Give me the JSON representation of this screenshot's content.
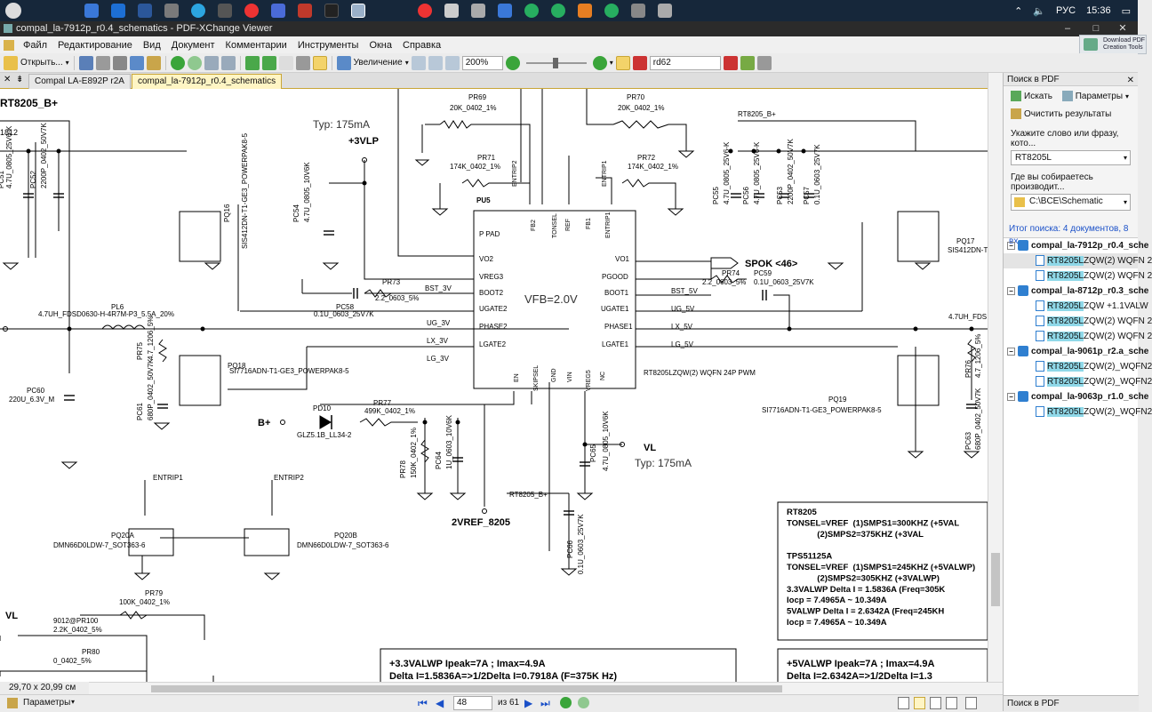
{
  "taskbar": {
    "language": "РУС",
    "time": "15:36",
    "icons": [
      "start-logo",
      "folder-icon",
      "edge-icon",
      "word-icon",
      "store-icon",
      "telegram-icon",
      "misc-icon",
      "yandex-icon",
      "mail-icon",
      "pdf-icon",
      "x-icon",
      "pdfxchange-icon"
    ]
  },
  "window": {
    "title": "compal_la-7912p_r0.4_schematics - PDF-XChange Viewer"
  },
  "menu": [
    "Файл",
    "Редактирование",
    "Вид",
    "Документ",
    "Комментарии",
    "Инструменты",
    "Окна",
    "Справка"
  ],
  "download_pdf": {
    "line1": "Download PDF",
    "line2": "Creation Tools"
  },
  "toolbar": {
    "open_label": "Открыть...",
    "zoom_label": "Увеличение",
    "zoom_value": "200%",
    "search_value": "rd62"
  },
  "tabs": [
    {
      "label": "Compal LA-E892P r2A",
      "active": false
    },
    {
      "label": "compal_la-7912p_r0.4_schematics",
      "active": true
    }
  ],
  "search_pane": {
    "title": "Поиск в PDF",
    "search_btn": "Искать",
    "params_btn": "Параметры",
    "clear_btn": "Очистить результаты",
    "word_label": "Укажите слово или фразу, кото...",
    "word_value": "RT8205L",
    "where_label": "Где вы собираетесь производит...",
    "where_value": "C:\\BCE\\Schematic",
    "results_title": "Итог поиска: 4 документов, 8 вх...",
    "results": [
      {
        "doc": "compal_la-7912p_r0.4_sche",
        "hits": [
          {
            "hl": "RT8205L",
            "rest": "ZQW(2) WQFN 2",
            "selected": true
          },
          {
            "hl": "RT8205L",
            "rest": "ZQW(2) WQFN 2",
            "selected": false
          }
        ]
      },
      {
        "doc": "compal_la-8712p_r0.3_sche",
        "hits": [
          {
            "hl": "RT8205L",
            "rest": "ZQW +1.1VALW",
            "selected": false
          },
          {
            "hl": "RT8205L",
            "rest": "ZQW(2) WQFN 2",
            "selected": false
          },
          {
            "hl": "RT8205L",
            "rest": "ZQW(2) WQFN 2",
            "selected": false
          }
        ]
      },
      {
        "doc": "compal_la-9061p_r2.a_sche",
        "hits": [
          {
            "hl": "RT8205L",
            "rest": "ZQW(2)_WQFN2",
            "selected": false
          },
          {
            "hl": "RT8205L",
            "rest": "ZQW(2)_WQFN2",
            "selected": false
          }
        ]
      },
      {
        "doc": "compal_la-9063p_r1.0_sche",
        "hits": [
          {
            "hl": "RT8205L",
            "rest": "ZQW(2)_WQFN2",
            "selected": false
          }
        ]
      }
    ],
    "bottom_label": "Поиск в PDF"
  },
  "status": {
    "page_size": "29,70 x 20,99 см",
    "params": "Параметры",
    "page_current": "48",
    "page_total": "из 61"
  },
  "schematic": {
    "labels": [
      "RT8205_B+",
      "1812",
      "PC51",
      "4.7U_0805_25V6-K",
      "PC52",
      "2200P_0402_50V7K",
      "PQ16",
      "SIS412DN-T1-GE3_POWERPAK8-5",
      "Typ: 175mA",
      "+3VLP",
      "PC54",
      "4.7U_0805_10V6K",
      "PR69",
      "20K_0402_1%",
      "PR70",
      "20K_0402_1%",
      "PR71",
      "174K_0402_1%",
      "PR72",
      "174K_0402_1%",
      "ENTRIP2",
      "ENTRIP1",
      "PU5",
      "P PAD",
      "VO2",
      "VREG3",
      "BOOT2",
      "UGATE2",
      "PHASE2",
      "LGATE2",
      "FB2",
      "TONSEL",
      "REF",
      "FB1",
      "ENTRIP1",
      "VO1",
      "PGOOD",
      "BOOT1",
      "UGATE1",
      "PHASE1",
      "LGATE1",
      "VFB=2.0V",
      "EN",
      "SKIPSEL",
      "GND",
      "VIN",
      "VREG5",
      "NC",
      "RT8205LZQW(2) WQFN 24P PWM",
      "PR73",
      "2.2_0603_5%",
      "BST_3V",
      "PC58",
      "0.1U_0603_25V7K",
      "UG_3V",
      "LX_3V",
      "LG_3V",
      "PL6",
      "4.7UH_FDSD0630-H-4R7M-P3_5.5A_20%",
      "PQ18",
      "SI7716ADN-T1-GE3_POWERPAK8-5",
      "PR75",
      "4.7_1206_5%",
      "PC61",
      "680P_0402_50V7K",
      "PC60",
      "220U_6.3V_M",
      "B+",
      "PD10",
      "GLZ5.1B_LL34-2",
      "PR77",
      "499K_0402_1%",
      "PR78",
      "150K_0402_1%",
      "PC64",
      "1U_0603_10V6K",
      "2VREF_8205",
      "PC65",
      "4.7U_0805_10V6K",
      "VL",
      "Typ: 175mA",
      "RT8205_B+",
      "PC66",
      "0.1U_0603_25V7K",
      "SPOK <46>",
      "PR74",
      "2.2_0603_5%",
      "PC59",
      "0.1U_0603_25V7K",
      "BST_5V",
      "UG_5V",
      "LX_5V",
      "LG_5V",
      "RT8205_B+",
      "PC55",
      "4.7U_0805_25V6-K",
      "PC56",
      "4.7U_0805_25V6-K",
      "PC53",
      "2200P_0402_50V7K",
      "PC57",
      "0.1U_0603_25V7K",
      "PQ17",
      "SIS412DN-T",
      "4.7UH_FDS",
      "PR76",
      "4.7_1206_5%",
      "PC63",
      "680P_0402_50V7K",
      "PQ19",
      "SI7716ADN-T1-GE3_POWERPAK8-5",
      "ENTRIP1",
      "ENTRIP2",
      "PQ20A",
      "DMN66D0LDW-7_SOT363-6",
      "PQ20B",
      "DMN66D0LDW-7_SOT363-6",
      "PR79",
      "100K_0402_1%",
      "VL",
      "9012@PR100",
      "2.2K_0402_5%",
      "PR80",
      "0_0402_5%"
    ],
    "note1": [
      "RT8205",
      "TONSEL=VREF  (1)SMPS1=300KHZ (+5VAL",
      "             (2)SMPS2=375KHZ (+3VAL",
      "",
      "TPS51125A",
      "TONSEL=VREF  (1)SMPS1=245KHZ (+5VALWP)",
      "             (2)SMPS2=305KHZ (+3VALWP)",
      "3.3VALWP Delta I = 1.5836A (Freq=305K",
      "Iocp = 7.4965A ~ 10.349A",
      "5VALWP Delta I = 2.6342A (Freq=245KH",
      "Iocp = 7.4965A ~ 10.349A"
    ],
    "note2": [
      "+3.3VALWP Ipeak=7A ; Imax=4.9A",
      "Delta I=1.5836A=>1/2Delta I=0.7918A (F=375K Hz)"
    ],
    "note3": [
      "+5VALWP Ipeak=7A ; Imax=4.9A",
      "Delta I=2.6342A=>1/2Delta I=1.3"
    ]
  },
  "colors": {
    "taskbar": "#16273a",
    "titlebar": "#2b2b2b",
    "active_tab": "#fff5c4",
    "highlight": "#8fd8e8",
    "link_blue": "#1a50c8"
  }
}
